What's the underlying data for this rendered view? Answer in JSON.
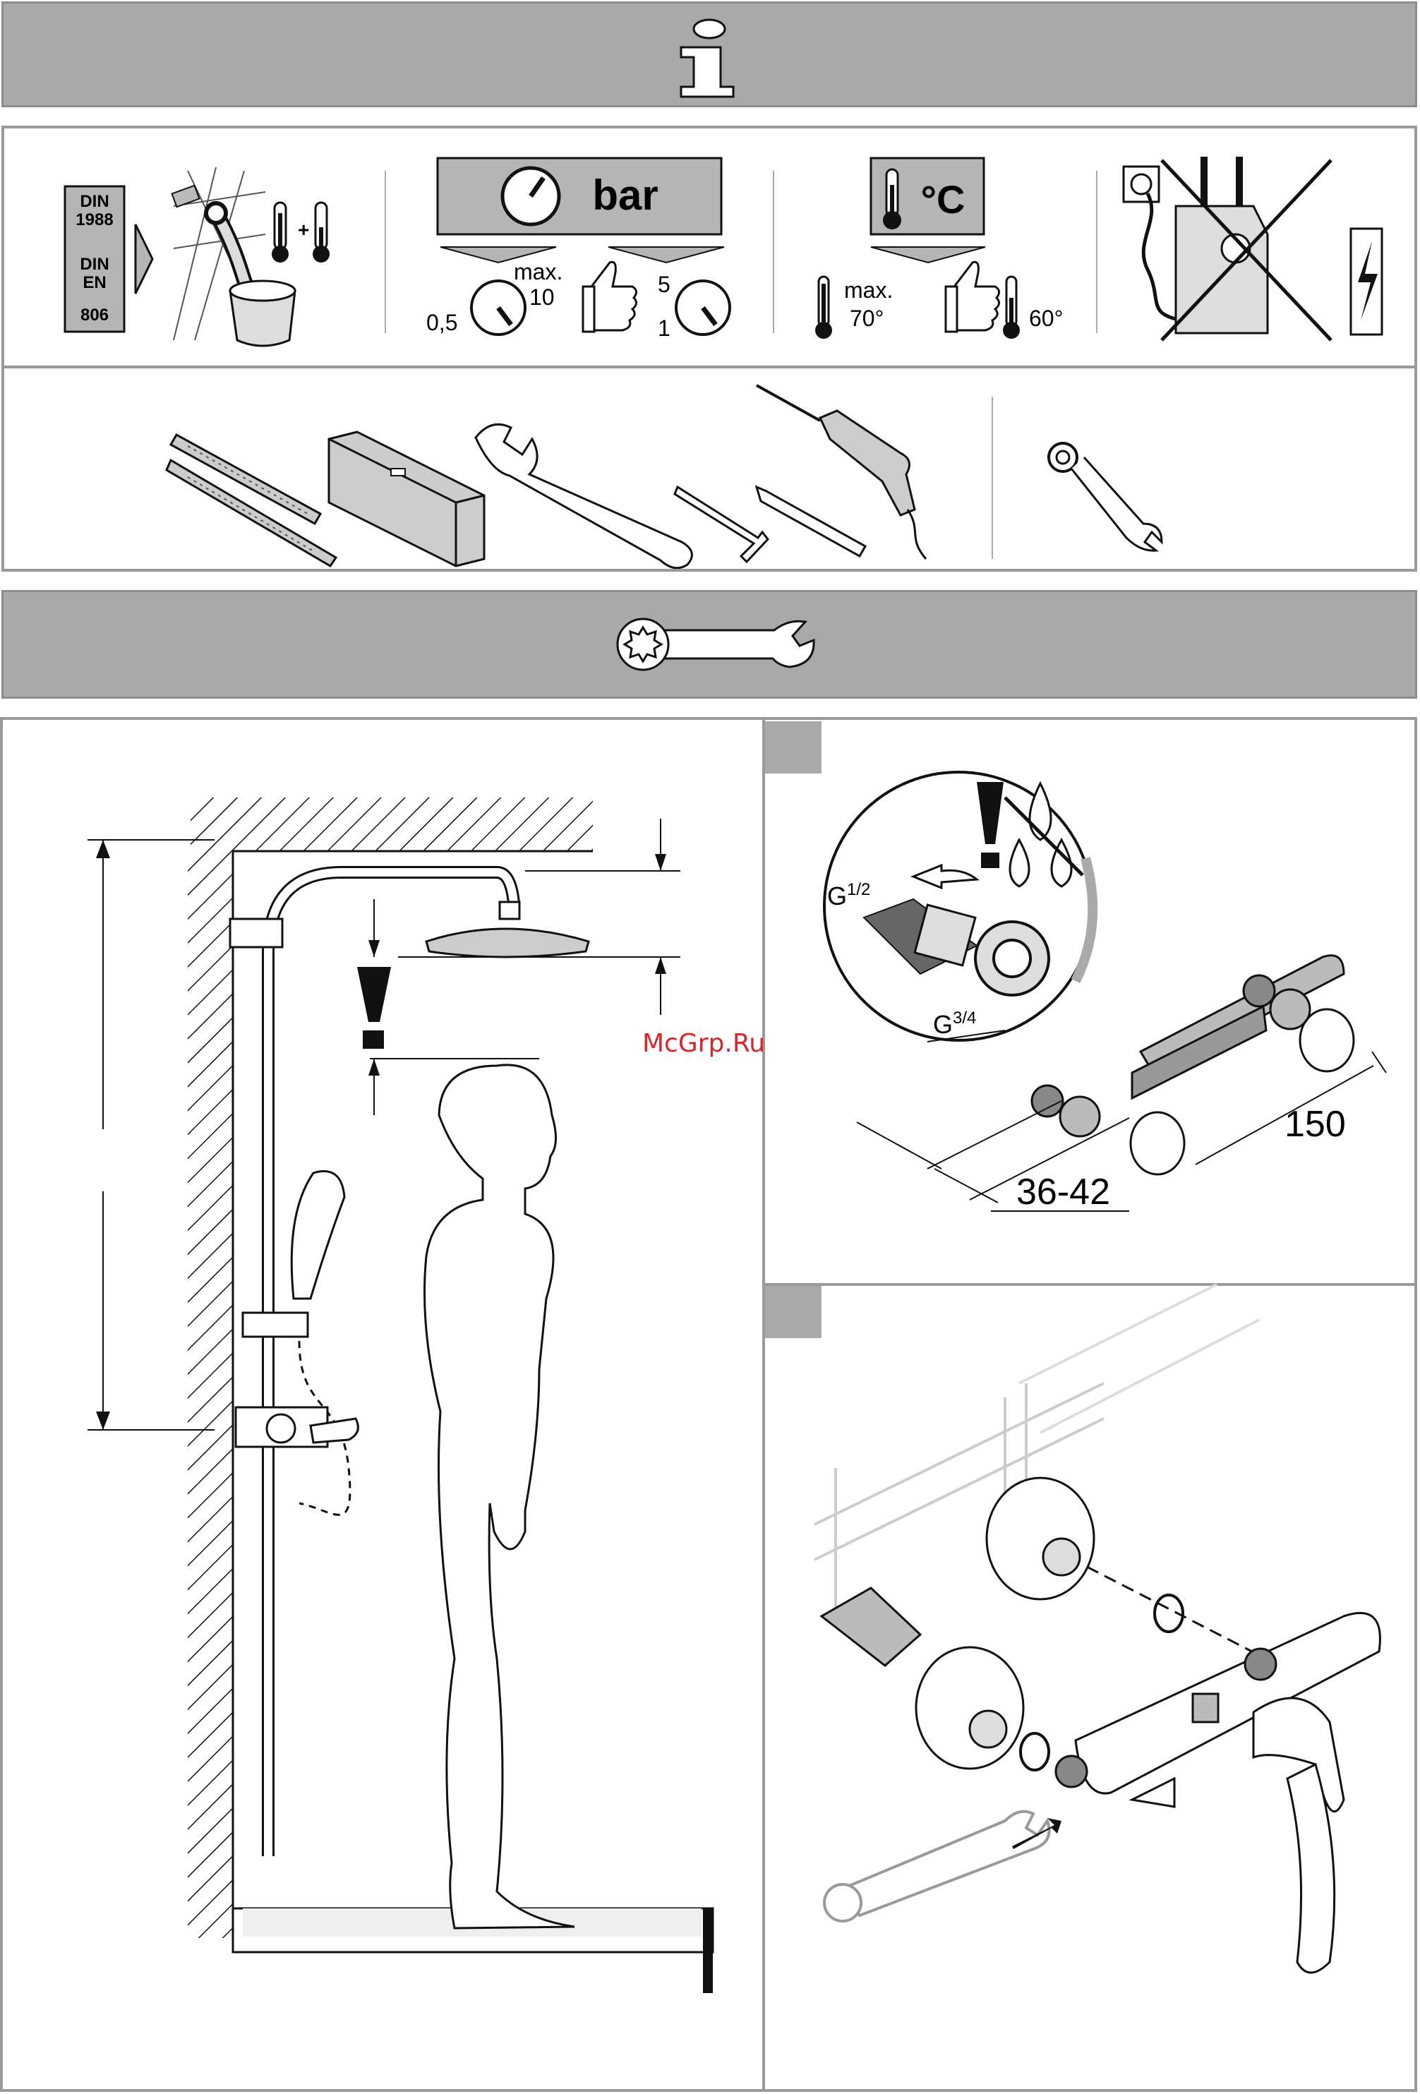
{
  "icons": {
    "info": "info-icon",
    "wrench": "ring-spanner-icon",
    "gauge": "pressure-gauge-icon",
    "thermometer": "thermometer-icon",
    "thumbs_up": "thumbs-up-icon",
    "no_electric": "no-electric-heater-icon",
    "flush": "flush-pipes-icon"
  },
  "requirements": {
    "standard_top": "DIN",
    "standard_top_num": "1988",
    "standard_mid": "DIN",
    "standard_mid_2": "EN",
    "standard_bottom": "806",
    "pressure_unit": "bar",
    "pressure_max_label": "max.",
    "pressure_max_value": "10",
    "pressure_min_value": "0,5",
    "pressure_rec_high": "5",
    "pressure_rec_low": "1",
    "temp_unit": "°C",
    "temp_max_label": "max.",
    "temp_max_value": "70°",
    "temp_rec_value": "60°"
  },
  "fig1": {
    "thread_small": "G",
    "thread_small_frac": "1/2",
    "thread_large": "G",
    "thread_large_frac": "3/4",
    "dim_spacing": "150",
    "dim_offset": "36-42"
  },
  "watermark": "McGrp.Ru",
  "colors": {
    "band": "#a9a9a9",
    "panel_border": "#9a9a9a",
    "watermark": "#d2282e"
  }
}
